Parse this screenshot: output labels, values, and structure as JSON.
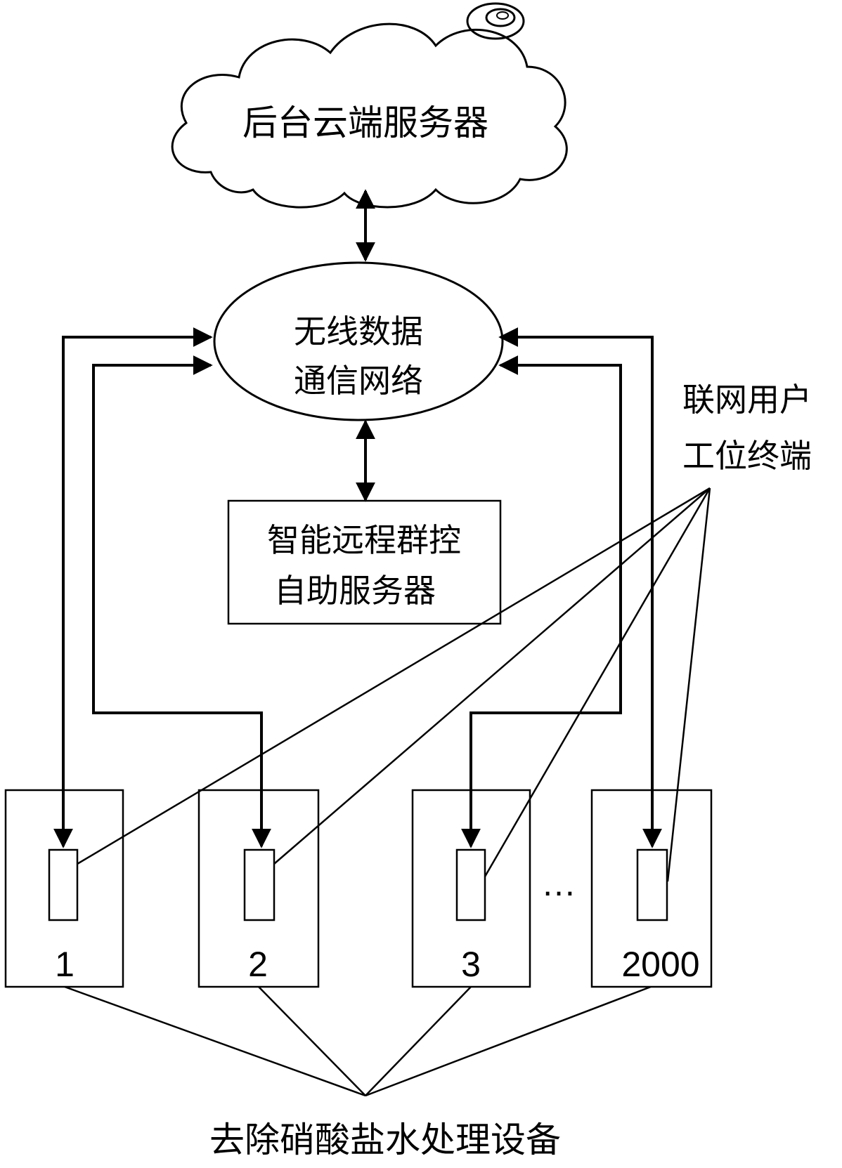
{
  "nodes": {
    "cloud": {
      "label": "后台云端服务器"
    },
    "network": {
      "line1": "无线数据",
      "line2": "通信网络"
    },
    "group_server": {
      "line1": "智能远程群控",
      "line2": "自助服务器"
    },
    "user_terminal": {
      "line1": "联网用户",
      "line2": "工位终端"
    },
    "devices": [
      {
        "label": "1"
      },
      {
        "label": "2"
      },
      {
        "label": "3"
      },
      {
        "label": "2000"
      }
    ],
    "ellipsis": "…",
    "device_caption": "去除硝酸盐水处理设备"
  }
}
